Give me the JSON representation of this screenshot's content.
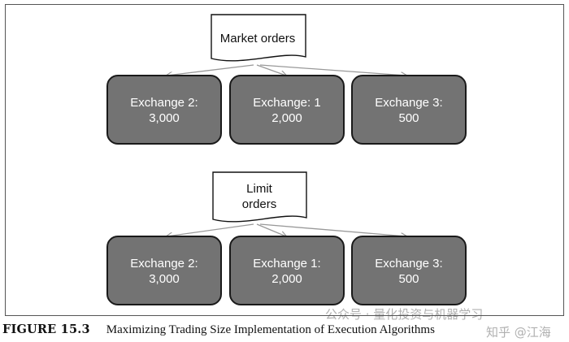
{
  "diagram": {
    "groups": [
      {
        "source_label": [
          "Market orders"
        ],
        "exchanges": [
          {
            "name": "Exchange 2:",
            "amount": "3,000"
          },
          {
            "name": "Exchange: 1",
            "amount": "2,000"
          },
          {
            "name": "Exchange 3:",
            "amount": "500"
          }
        ]
      },
      {
        "source_label": [
          "Limit",
          "orders"
        ],
        "exchanges": [
          {
            "name": "Exchange 2:",
            "amount": "3,000"
          },
          {
            "name": "Exchange 1:",
            "amount": "2,000"
          },
          {
            "name": "Exchange 3:",
            "amount": "500"
          }
        ]
      }
    ],
    "box_fill": "#737373",
    "box_stroke": "#1a1a1a",
    "arrow_color": "#999999"
  },
  "caption": {
    "label": "FIGURE 15.3",
    "title": "Maximizing Trading Size Implementation of Execution Algorithms"
  },
  "watermark": {
    "line1": "公众号 · 量化投资与机器学习",
    "line2": "知乎 @江海"
  }
}
